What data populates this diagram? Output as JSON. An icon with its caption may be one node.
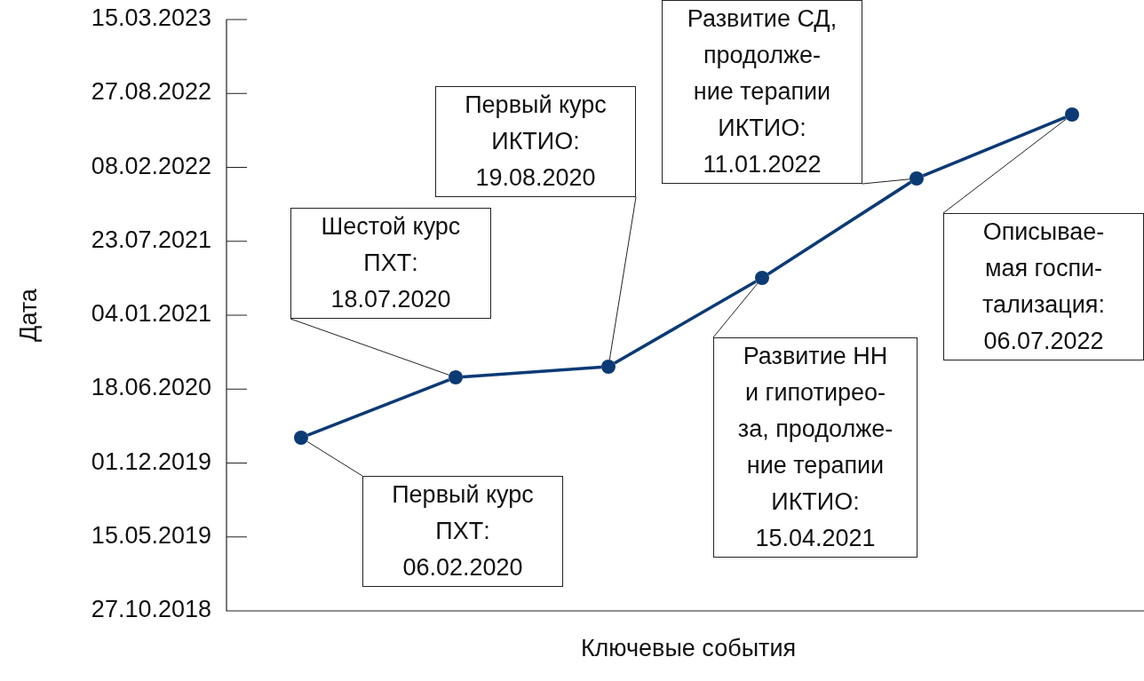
{
  "diagram": {
    "nodes": [
      {
        "text": [
          "Развитие СД, продолже- ние терапии ИКТИО: 11.01.2022"
        ]
      },
      {
        "text": [
          "Первый курс ИКТИО: 19.08.2020"
        ]
      },
      {
        "text": [
          "Шестой курс ПХТ: 18.07.2020"
        ]
      },
      {
        "text": [
          "Описывае- мая госпи- тализация: 06.07.2022"
        ]
      },
      {
        "text": [
          "Развитие НН и гипотирео- за, продолже- ние терапии ИКТИО: 15.04.2021"
        ]
      },
      {
        "text": [
          "Первый курс ПХТ: 06.02.2020"
        ]
      },
      {
        "text": [],
        "shape": "circle"
      },
      {
        "text": [],
        "shape": "circle"
      },
      {
        "text": [],
        "shape": "circle"
      },
      {
        "text": [],
        "shape": "circle"
      },
      {
        "text": [],
        "shape": "circle"
      },
      {
        "text": [],
        "shape": "circle"
      }
    ],
    "edges": [
      {
        "from": 6,
        "to": 7,
        "arrow": "none",
        "style": "thick",
        "color": "#0b3a75"
      },
      {
        "from": 7,
        "to": 8,
        "arrow": "none",
        "style": "thick",
        "color": "#0b3a75"
      },
      {
        "from": 8,
        "to": 9,
        "arrow": "none",
        "style": "thick",
        "color": "#0b3a75"
      },
      {
        "from": 9,
        "to": 10,
        "arrow": "none",
        "style": "thick",
        "color": "#0b3a75"
      },
      {
        "from": 10,
        "to": 11,
        "arrow": "none",
        "style": "thick",
        "color": "#0b3a75"
      },
      {
        "from": 5,
        "to": 6,
        "arrow": "none"
      },
      {
        "from": 2,
        "to": 7,
        "arrow": "none"
      },
      {
        "from": 1,
        "to": 8,
        "arrow": "none"
      },
      {
        "from": 4,
        "to": 9,
        "arrow": "none"
      },
      {
        "from": 0,
        "to": 10,
        "arrow": "none"
      },
      {
        "from": 3,
        "to": 11,
        "arrow": "none"
      }
    ],
    "labels": [
      "15.03.2023",
      "27.08.2022",
      "08.02.2022",
      "23.07.2021",
      "04.01.2021",
      "18.06.2020",
      "01.12.2019",
      "15.05.2019",
      "27.10.2018",
      "Дата",
      "Ключевые события"
    ]
  }
}
